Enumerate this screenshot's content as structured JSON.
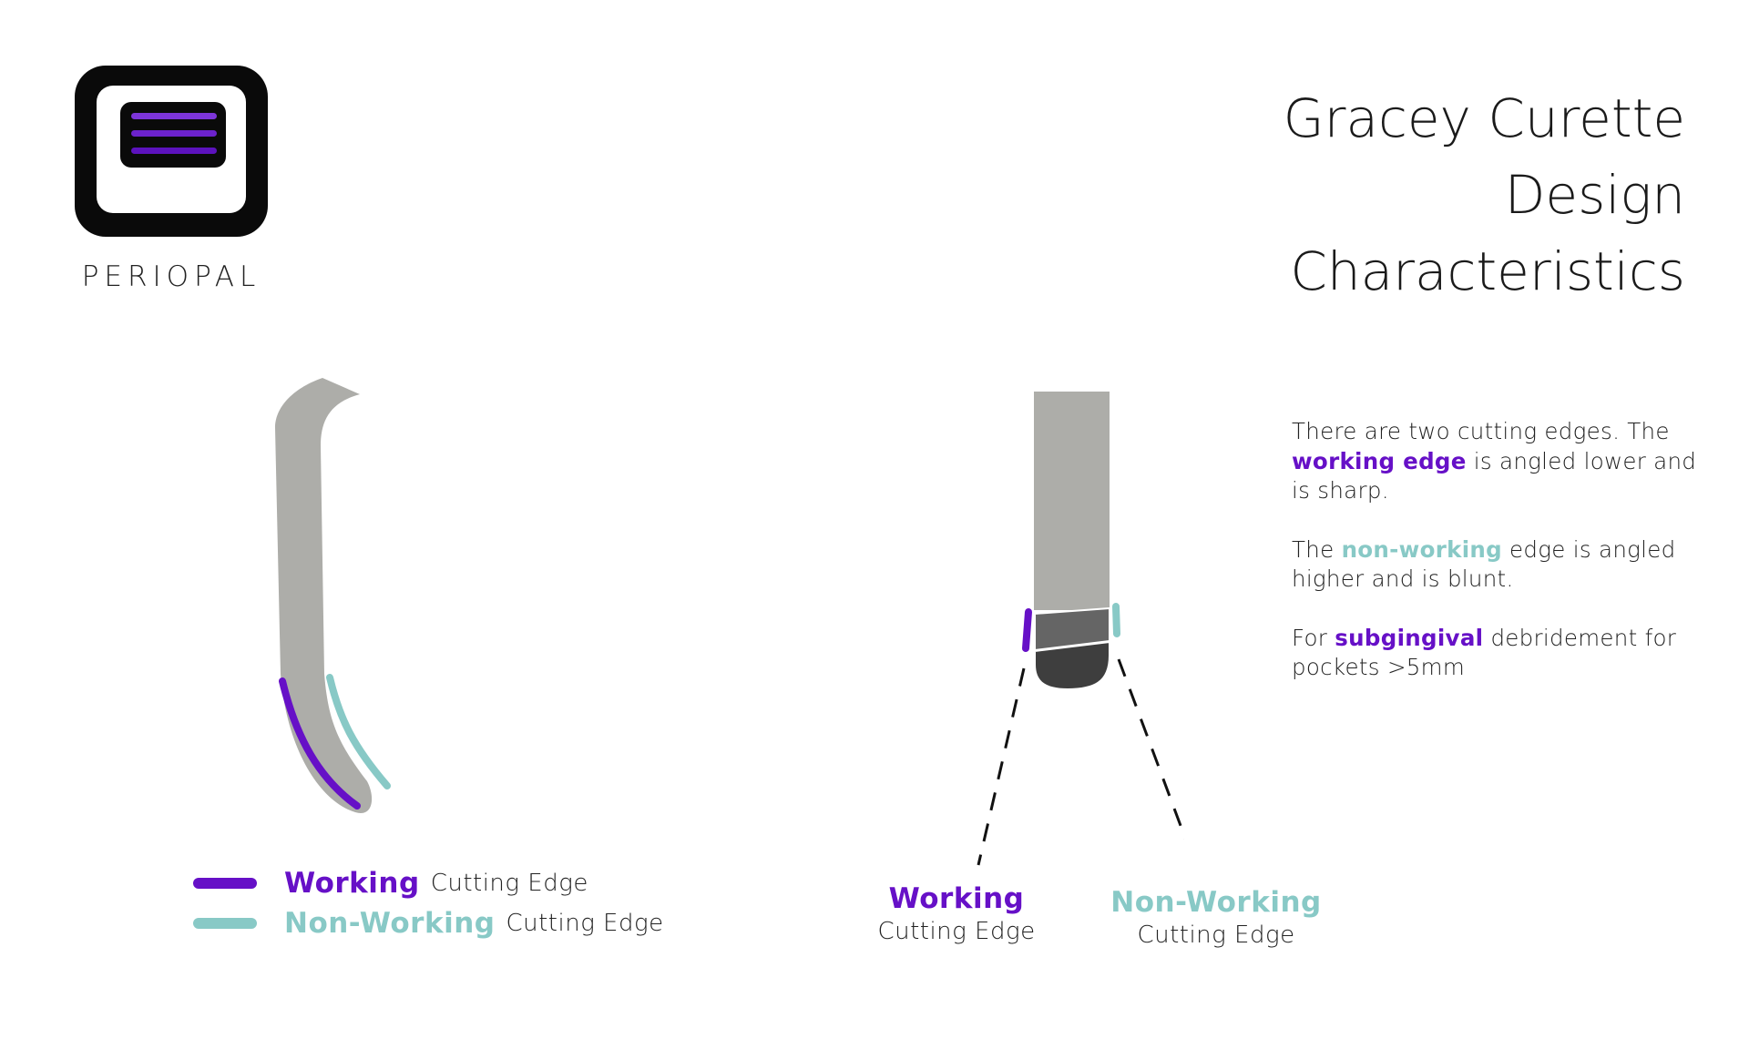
{
  "brand": {
    "name": "PERIOPAL",
    "logo_icon": "periopal-logo-icon"
  },
  "title": {
    "line1": "Gracey Curette",
    "line2": "Design",
    "line3": "Characteristics"
  },
  "description": {
    "p1_a": "There are two cutting edges. The ",
    "p1_highlight": "working edge",
    "p1_b": " is angled lower and is sharp.",
    "p2_a": "The ",
    "p2_highlight": "non-working",
    "p2_b": " edge is angled higher and is blunt.",
    "p3_a": "For ",
    "p3_highlight": "subgingival",
    "p3_b": " debridement for pockets >5mm"
  },
  "legend": {
    "working_strong": "Working",
    "working_rest": "Cutting Edge",
    "nonworking_strong": "Non-Working",
    "nonworking_rest": "Cutting Edge"
  },
  "callouts": {
    "working_strong": "Working",
    "working_rest": "Cutting Edge",
    "nonworking_strong": "Non-Working",
    "nonworking_rest": "Cutting Edge"
  },
  "colors": {
    "working": "#6610c7",
    "non_working": "#88c9c6",
    "instrument": "#adada9",
    "blade_dark": "#3e3e3e",
    "blade_mid": "#656565",
    "logo_black": "#0a0a0a"
  }
}
